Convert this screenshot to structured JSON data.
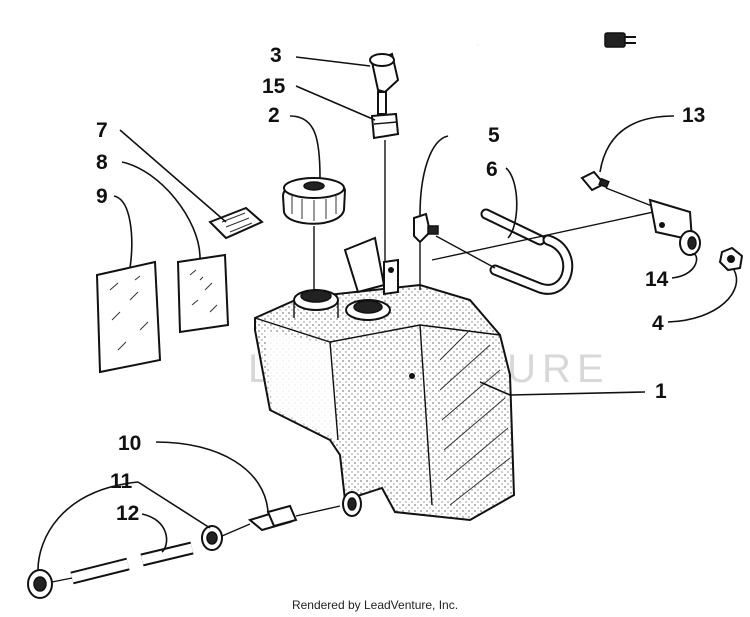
{
  "diagram": {
    "watermark": "LEADVENTURE",
    "callouts": {
      "c1": "1",
      "c2": "2",
      "c3": "3",
      "c4": "4",
      "c5": "5",
      "c6": "6",
      "c7": "7",
      "c8": "8",
      "c9": "9",
      "c10": "10",
      "c11": "11",
      "c12": "12",
      "c13": "13",
      "c14": "14",
      "c15": "15"
    }
  },
  "footer": {
    "credit": "Rendered by LeadVenture, Inc."
  }
}
